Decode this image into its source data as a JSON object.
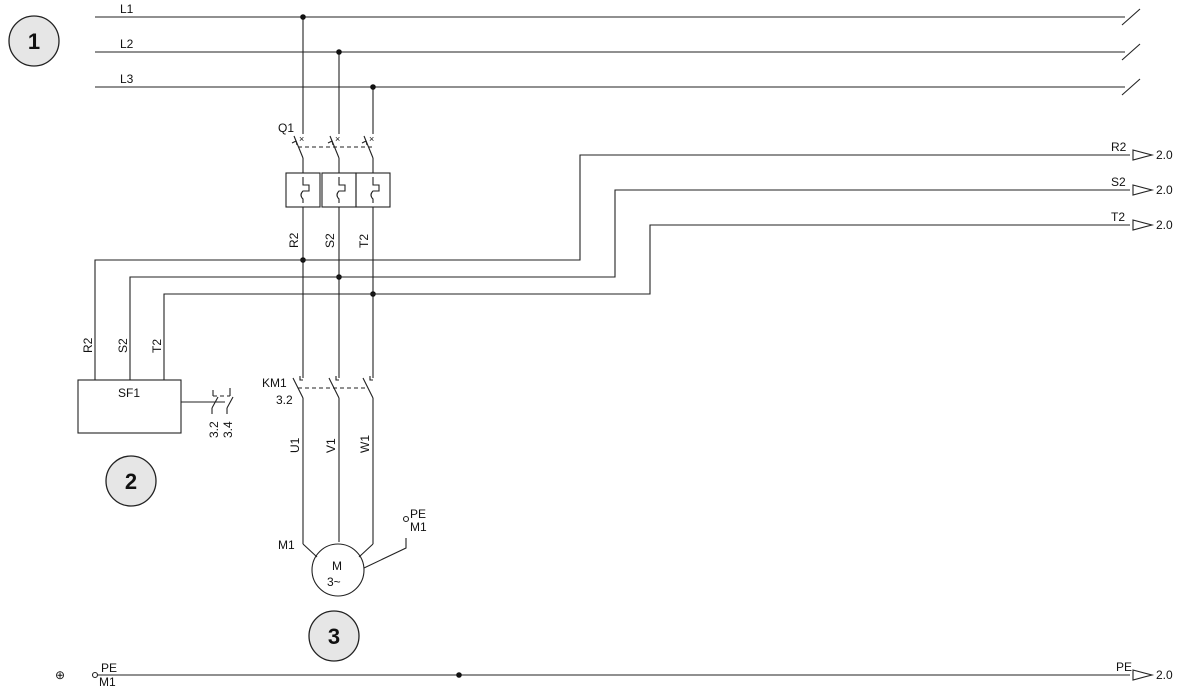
{
  "phases": [
    "L1",
    "L2",
    "L3"
  ],
  "breaker": {
    "tag": "Q1"
  },
  "breaker_outputs": [
    "R2",
    "S2",
    "T2"
  ],
  "cross_references": [
    {
      "wire": "R2",
      "target": "2.0"
    },
    {
      "wire": "S2",
      "target": "2.0"
    },
    {
      "wire": "T2",
      "target": "2.0"
    },
    {
      "wire": "PE",
      "target": "2.0"
    }
  ],
  "sensor": {
    "tag": "SF1",
    "inputs": [
      "R2",
      "S2",
      "T2"
    ],
    "contacts": [
      "3.2",
      "3.4"
    ]
  },
  "contactor": {
    "tag": "KM1",
    "ref": "3.2"
  },
  "motor_wires": [
    "U1",
    "V1",
    "W1"
  ],
  "motor": {
    "tag": "M1",
    "symbol_top": "M",
    "symbol_bottom": "3~"
  },
  "motor_pe": {
    "line1": "PE",
    "line2": "M1"
  },
  "pe_bus": {
    "label": "PE",
    "sub": "M1",
    "ground_symbol": "⊕"
  },
  "badges": [
    "1",
    "2",
    "3"
  ]
}
